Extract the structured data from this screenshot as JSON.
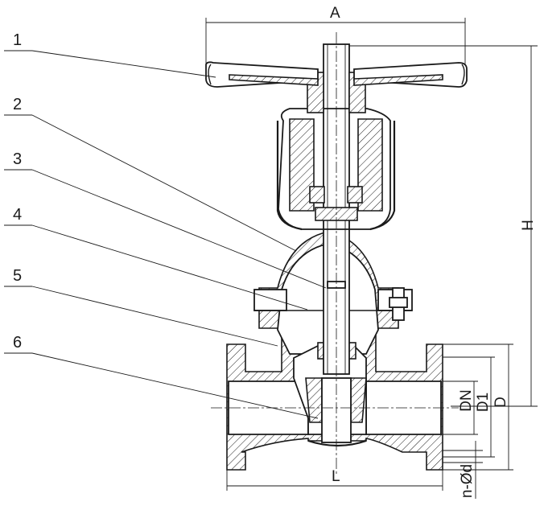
{
  "callouts": [
    {
      "id": "1",
      "label": "1"
    },
    {
      "id": "2",
      "label": "2"
    },
    {
      "id": "3",
      "label": "3"
    },
    {
      "id": "4",
      "label": "4"
    },
    {
      "id": "5",
      "label": "5"
    },
    {
      "id": "6",
      "label": "6"
    }
  ],
  "dimensions": {
    "a": "A",
    "h": "H",
    "l": "L",
    "dn": "DN",
    "d1": "D1",
    "d": "D",
    "holes": "n-Ød"
  }
}
